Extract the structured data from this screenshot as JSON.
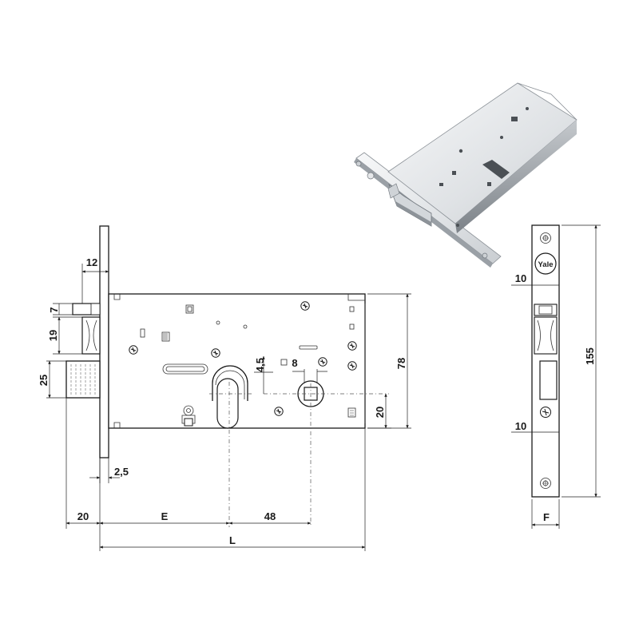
{
  "colors": {
    "ink": "#1a1a1a",
    "metal_light": "#eef0f2",
    "metal_mid": "#b9bec4",
    "metal_dark": "#6f757c"
  },
  "brand": {
    "logo_text": "Yale"
  },
  "dimensions": {
    "backset_e": "E",
    "length_l": "L",
    "faceplate_width_f": "F",
    "dim_12": "12",
    "dim_7": "7",
    "dim_19": "19",
    "dim_25": "25",
    "dim_78": "78",
    "dim_20_right": "20",
    "dim_4_5": "4,5",
    "dim_square_8": "8",
    "dim_2_5": "2,5",
    "dim_20_bottom": "20",
    "dim_48": "48",
    "dim_155": "155",
    "dim_10_top": "10",
    "dim_10_bottom": "10"
  },
  "icons": [
    "lock-product-photo-icon",
    "screw-icon",
    "yale-logo-icon",
    "square-spindle-icon"
  ]
}
